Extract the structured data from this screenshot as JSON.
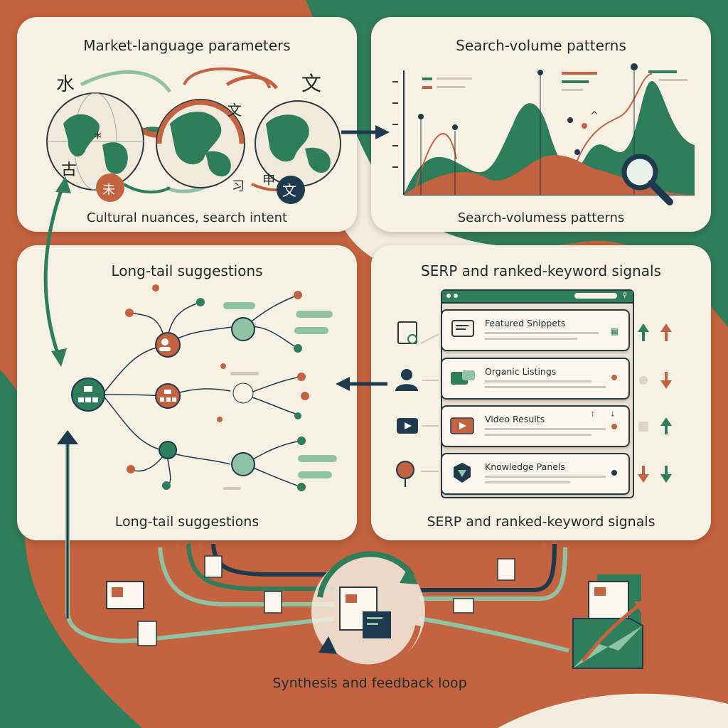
{
  "panels": {
    "market": {
      "title": "Market-language parameters",
      "caption": "Cultural nuances, search intent",
      "glyphs": [
        "水",
        "文",
        "文",
        "*",
        "古",
        "未",
        "习",
        "申",
        "文"
      ]
    },
    "volume": {
      "title": "Search-volume patterns",
      "caption": "Search-volumess patterns",
      "glyph": "^"
    },
    "longtail": {
      "title": "Long-tail suggestions",
      "caption": "Long-tail suggestions"
    },
    "serp": {
      "title": "SERP and ranked-keyword signals",
      "caption": "SERP and ranked-keyword signals",
      "cards": [
        {
          "label": "Featured Snippets"
        },
        {
          "label": "Organic Listings"
        },
        {
          "label": "Video Results"
        },
        {
          "label": "Knowledge Panels"
        }
      ]
    }
  },
  "synthesis": {
    "label": "Synthesis and feedback loop"
  },
  "colors": {
    "green": "#2e7d5b",
    "terracotta": "#c4633f",
    "navy": "#1e3a4f",
    "sage": "#8fc3a3",
    "cream": "#f7f1e4",
    "bg": "#f3ecdf"
  }
}
